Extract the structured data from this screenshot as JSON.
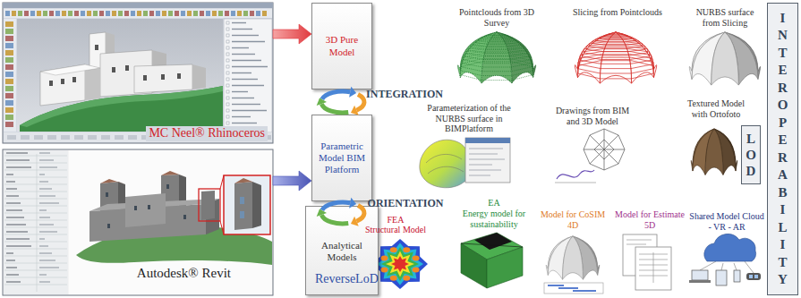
{
  "diagram": {
    "nodes": [
      {
        "text": [
          "MC Neel® Rhinoceros"
        ]
      },
      {
        "text": [
          "3D Pure Model"
        ]
      },
      {
        "text": [
          "Parametric Model BIM Platform"
        ]
      },
      {
        "text": [
          "Autodesk® Revit"
        ]
      },
      {
        "text": [
          "Analytical Models",
          "ReverseLoD"
        ]
      },
      {
        "text": [
          "LOD"
        ]
      },
      {
        "text": [
          "INTEROPERABILITY"
        ]
      }
    ],
    "edges": [
      {
        "from": 0,
        "to": 1,
        "arrow": "to"
      },
      {
        "from": 3,
        "to": 2,
        "arrow": "to"
      }
    ],
    "labels": [
      "INTEGRATION",
      "ORIENTATION",
      "Pointclouds from 3D Survey",
      "Slicing from Pointclouds",
      "NURBS surface from Slicing",
      "Parameterization of the NURBS surface in BIMPlatform",
      "Drawings from BIM and 3D Model",
      "Textured Model with Ortofoto",
      "FEA",
      "Structural Model",
      "EA",
      "Energy model for sustainability",
      "Model for CoSIM 4D",
      "Model for Estimate 5D",
      "Shared Model Cloud - VR - AR"
    ]
  }
}
